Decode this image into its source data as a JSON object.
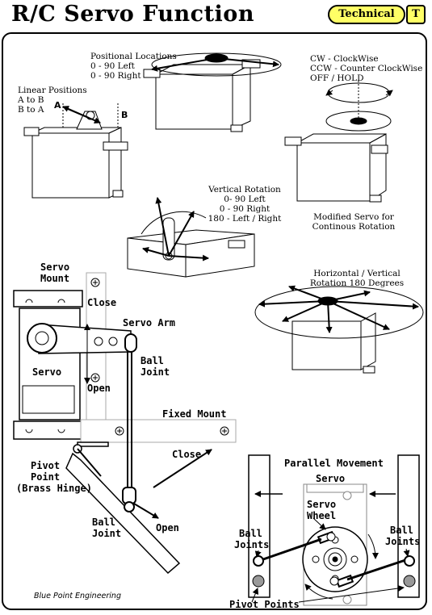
{
  "header": {
    "title": "R/C Servo Function",
    "category_tag": "Technical",
    "category_letter": "T"
  },
  "linear": {
    "lines": [
      "Linear Positions",
      "A to B",
      "B to A"
    ],
    "point_a": "A",
    "point_b": "B"
  },
  "positional": {
    "lines": [
      "Positional Locations",
      "0 - 90 Left",
      "0 - 90 Right"
    ]
  },
  "rotation_legend": {
    "lines": [
      "CW - ClockWise",
      "CCW - Counter ClockWise",
      "OFF / HOLD"
    ]
  },
  "modified": {
    "lines": [
      "Modified Servo for",
      "Continous Rotation"
    ]
  },
  "vertical": {
    "lines": [
      "Vertical Rotation",
      "0- 90 Left",
      "0 - 90 Right",
      "180 - Left / Right"
    ]
  },
  "horizontal": {
    "lines": [
      "Horizontal / Vertical",
      "Rotation 180 Degrees"
    ]
  },
  "linkage": {
    "servo_mount": [
      "Servo",
      "Mount"
    ],
    "close_top": "Close",
    "servo_arm": "Servo Arm",
    "ball_joint_top": [
      "Ball",
      "Joint"
    ],
    "servo": "Servo",
    "open_left": "Open",
    "fixed_mount": "Fixed Mount",
    "close_mid": "Close",
    "pivot_point": [
      "Pivot",
      "Point",
      "(Brass Hinge)"
    ],
    "ball_joint_bottom": [
      "Ball",
      "Joint"
    ],
    "open_bottom": "Open"
  },
  "parallel": {
    "title": "Parallel Movement",
    "servo": "Servo",
    "servo_wheel": [
      "Servo",
      "Wheel"
    ],
    "ball_joints_left": [
      "Ball",
      "Joints"
    ],
    "ball_joints_right": [
      "Ball",
      "Joints"
    ],
    "pivot_points": "Pivot Points"
  },
  "footer": {
    "credit": "Blue Point Engineering"
  },
  "colors": {
    "tag_fill": "#ffff66",
    "ink": "#000000",
    "panel_gray": "#aaaaaa",
    "pivot_gray": "#999999"
  }
}
